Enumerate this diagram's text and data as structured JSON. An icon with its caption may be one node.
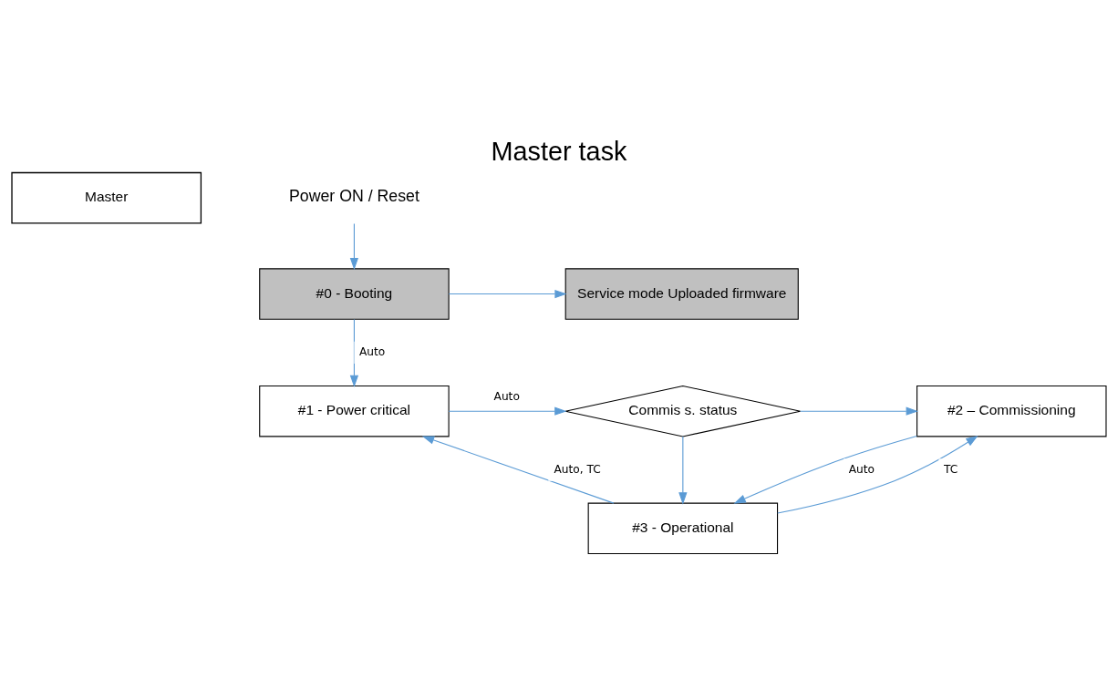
{
  "diagram": {
    "title": "Master task",
    "nodes": [
      {
        "text": [
          "Master"
        ]
      },
      {
        "text": [
          "Power ON / Reset"
        ]
      },
      {
        "text": [
          "#0 - Booting"
        ]
      },
      {
        "text": [
          "Service mode Uploaded firmware"
        ]
      },
      {
        "text": [
          "#1 - Power critical"
        ]
      },
      {
        "text": [
          "Commis s. status"
        ]
      },
      {
        "text": [
          "#2 – Commissioning"
        ]
      },
      {
        "text": [
          "#3 - Operational"
        ]
      }
    ],
    "edges": [
      {
        "from": 1,
        "to": 2,
        "arrow": "to"
      },
      {
        "from": 2,
        "to": 3,
        "arrow": "to"
      },
      {
        "from": 2,
        "to": 4,
        "arrow": "to",
        "label": "Auto"
      },
      {
        "from": 4,
        "to": 5,
        "arrow": "to",
        "label": "Auto"
      },
      {
        "from": 5,
        "to": 6,
        "arrow": "to"
      },
      {
        "from": 5,
        "to": 7,
        "arrow": "to"
      },
      {
        "from": 7,
        "to": 6,
        "arrow": "to",
        "label": "TC"
      },
      {
        "from": 7,
        "to": 4,
        "arrow": "to",
        "label": "Auto, TC"
      },
      {
        "from": 6,
        "to": 7,
        "arrow": "to",
        "label": "Auto"
      }
    ]
  }
}
